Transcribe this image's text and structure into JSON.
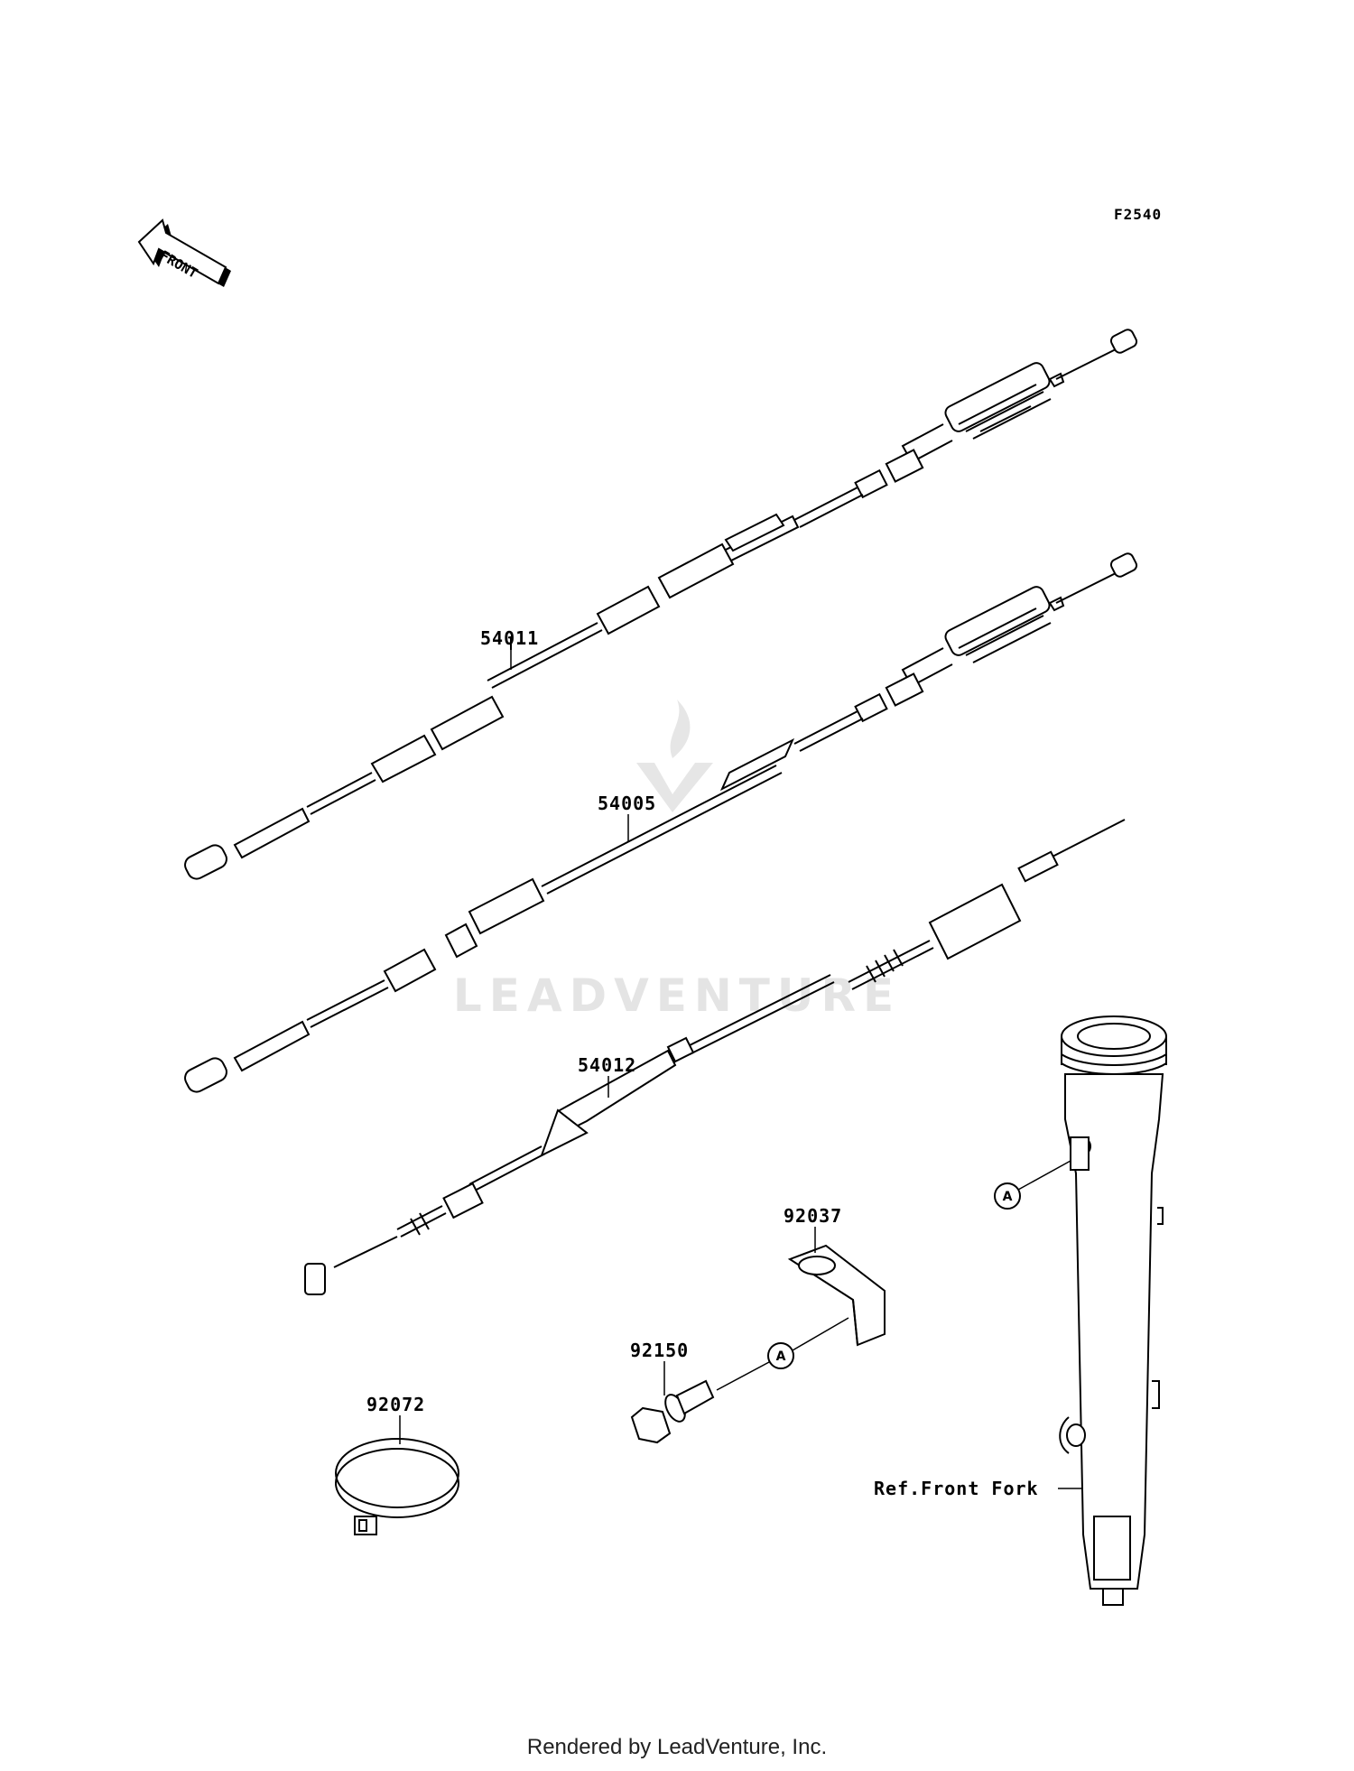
{
  "diagram_code": "F2540",
  "front_arrow_label": "FRONT",
  "watermark": {
    "brand": "LEADVENTURE"
  },
  "parts": {
    "p54011": "54011",
    "p54005": "54005",
    "p54012": "54012",
    "p92037": "92037",
    "p92150": "92150",
    "p92072": "92072"
  },
  "reference_marks": {
    "a1": "A",
    "a2": "A"
  },
  "ref_front_fork": "Ref.Front Fork",
  "footer": "Rendered by LeadVenture, Inc."
}
